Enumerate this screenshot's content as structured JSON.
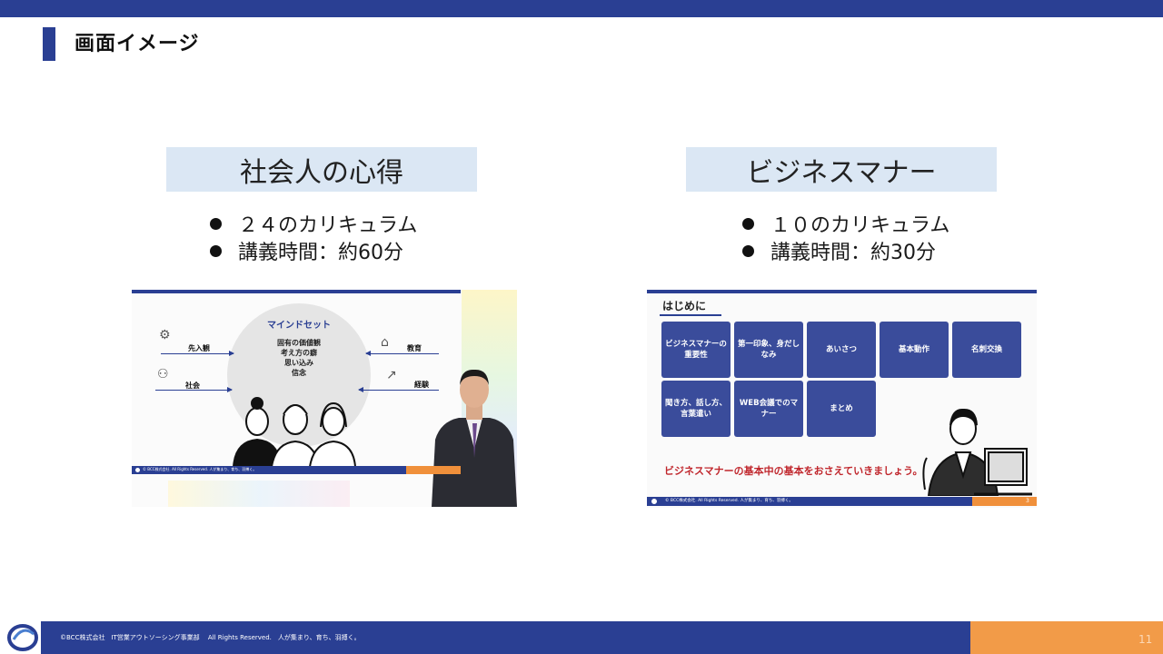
{
  "header": {
    "title": "画面イメージ"
  },
  "courses": [
    {
      "name": "社会人の心得",
      "bullets": [
        "２４のカリキュラム",
        "講義時間：約60分"
      ],
      "thumbnail": {
        "center_title": "マインドセット",
        "center_items": [
          "固有の価値観",
          "考え方の癖",
          "思い込み",
          "信念"
        ],
        "labels": [
          "先入観",
          "社会",
          "教育",
          "経験"
        ],
        "footer_text": "© BCC株式会社. All Rights Reserved. 人が集まり、育ち、羽搏く。"
      }
    },
    {
      "name": "ビジネスマナー",
      "bullets": [
        "１０のカリキュラム",
        "講義時間：約30分"
      ],
      "thumbnail": {
        "title": "はじめに",
        "tiles": [
          "ビジネスマナーの重要性",
          "第一印象、身だしなみ",
          "あいさつ",
          "基本動作",
          "名刺交換",
          "聞き方、話し方、言葉遣い",
          "WEB会議でのマナー",
          "まとめ"
        ],
        "message": "ビジネスマナーの基本中の基本をおさえていきましょう。",
        "footer_text": "© BCC株式会社. All Rights Reserved. 人が集まり、育ち、羽搏く。",
        "page": "3"
      }
    }
  ],
  "footer": {
    "text": "©BCC株式会社　IT営業アウトソーシング事業部　 All Rights Reserved.　人が集まり、育ち、羽搏く。",
    "page": "11"
  },
  "colors": {
    "brand_blue": "#2a3f93",
    "accent_orange": "#f29b48",
    "heading_bg": "#dbe7f4",
    "message_red": "#c0262c"
  }
}
